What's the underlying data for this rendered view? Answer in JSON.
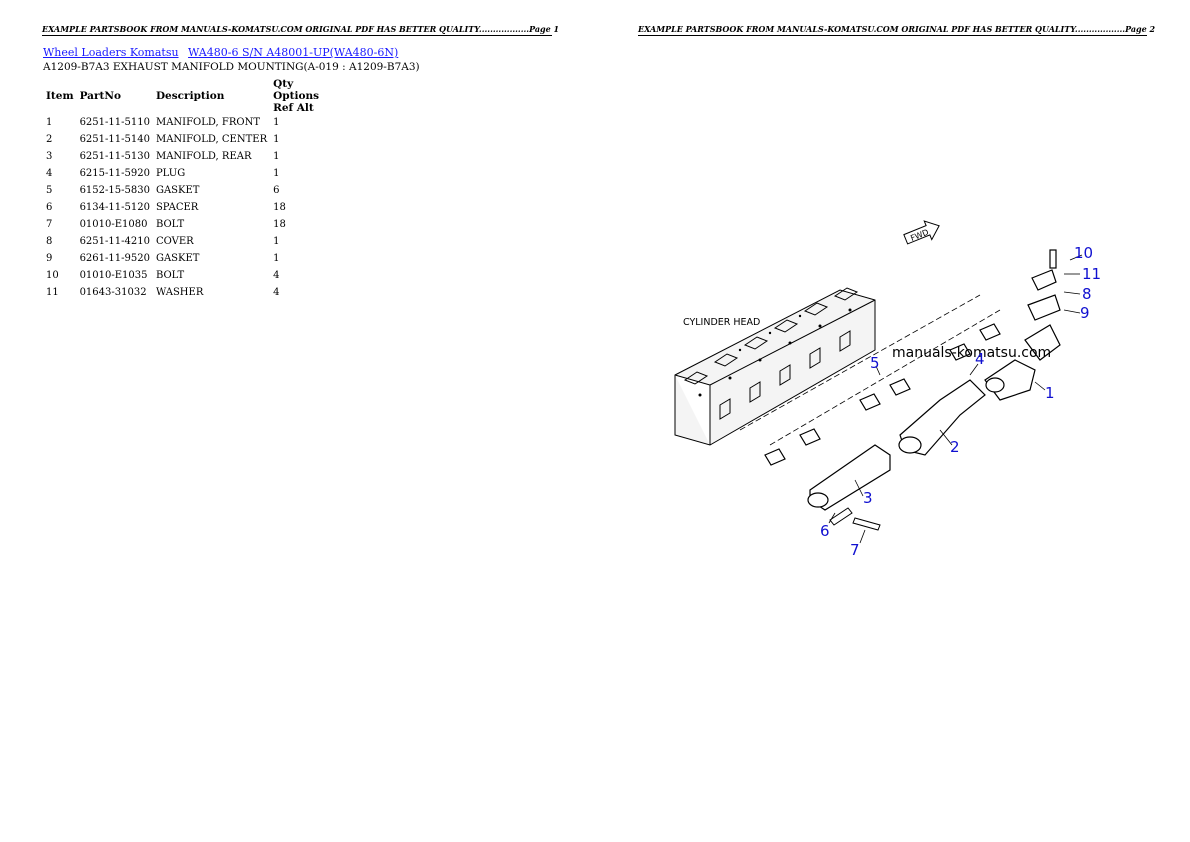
{
  "header": {
    "page1": "EXAMPLE PARTSBOOK FROM MANUALS-KOMATSU.COM ORIGINAL PDF HAS BETTER QUALITY..................Page 1",
    "page2": "EXAMPLE PARTSBOOK FROM MANUALS-KOMATSU.COM ORIGINAL PDF HAS BETTER QUALITY..................Page 2"
  },
  "breadcrumb": {
    "link1": "Wheel Loaders Komatsu",
    "link2": "WA480-6 S/N A48001-UP(WA480-6N)"
  },
  "subtitle": "A1209-B7A3 EXHAUST MANIFOLD MOUNTING(A-019 : A1209-B7A3)",
  "table": {
    "headers": {
      "item": "Item",
      "partno": "PartNo",
      "description": "Description",
      "qty_etc": "Qty Options Ref Alt"
    },
    "rows": [
      {
        "item": "1",
        "partno": "6251-11-5110",
        "description": "MANIFOLD, FRONT",
        "qty": "1"
      },
      {
        "item": "2",
        "partno": "6251-11-5140",
        "description": "MANIFOLD, CENTER",
        "qty": "1"
      },
      {
        "item": "3",
        "partno": "6251-11-5130",
        "description": "MANIFOLD, REAR",
        "qty": "1"
      },
      {
        "item": "4",
        "partno": "6215-11-5920",
        "description": "PLUG",
        "qty": "1"
      },
      {
        "item": "5",
        "partno": "6152-15-5830",
        "description": "GASKET",
        "qty": "6"
      },
      {
        "item": "6",
        "partno": "6134-11-5120",
        "description": "SPACER",
        "qty": "18"
      },
      {
        "item": "7",
        "partno": "01010-E1080",
        "description": "BOLT",
        "qty": "18"
      },
      {
        "item": "8",
        "partno": "6251-11-4210",
        "description": "COVER",
        "qty": "1"
      },
      {
        "item": "9",
        "partno": "6261-11-9520",
        "description": "GASKET",
        "qty": "1"
      },
      {
        "item": "10",
        "partno": "01010-E1035",
        "description": "BOLT",
        "qty": "4"
      },
      {
        "item": "11",
        "partno": "01643-31032",
        "description": "WASHER",
        "qty": "4"
      }
    ]
  },
  "diagram": {
    "cylinder_head_label": "CYLINDER HEAD",
    "fwd_label": "FWD",
    "watermark": "manuals-komatsu.com",
    "callouts": [
      "10",
      "11",
      "8",
      "9",
      "4",
      "5",
      "1",
      "2",
      "3",
      "6",
      "7"
    ]
  }
}
